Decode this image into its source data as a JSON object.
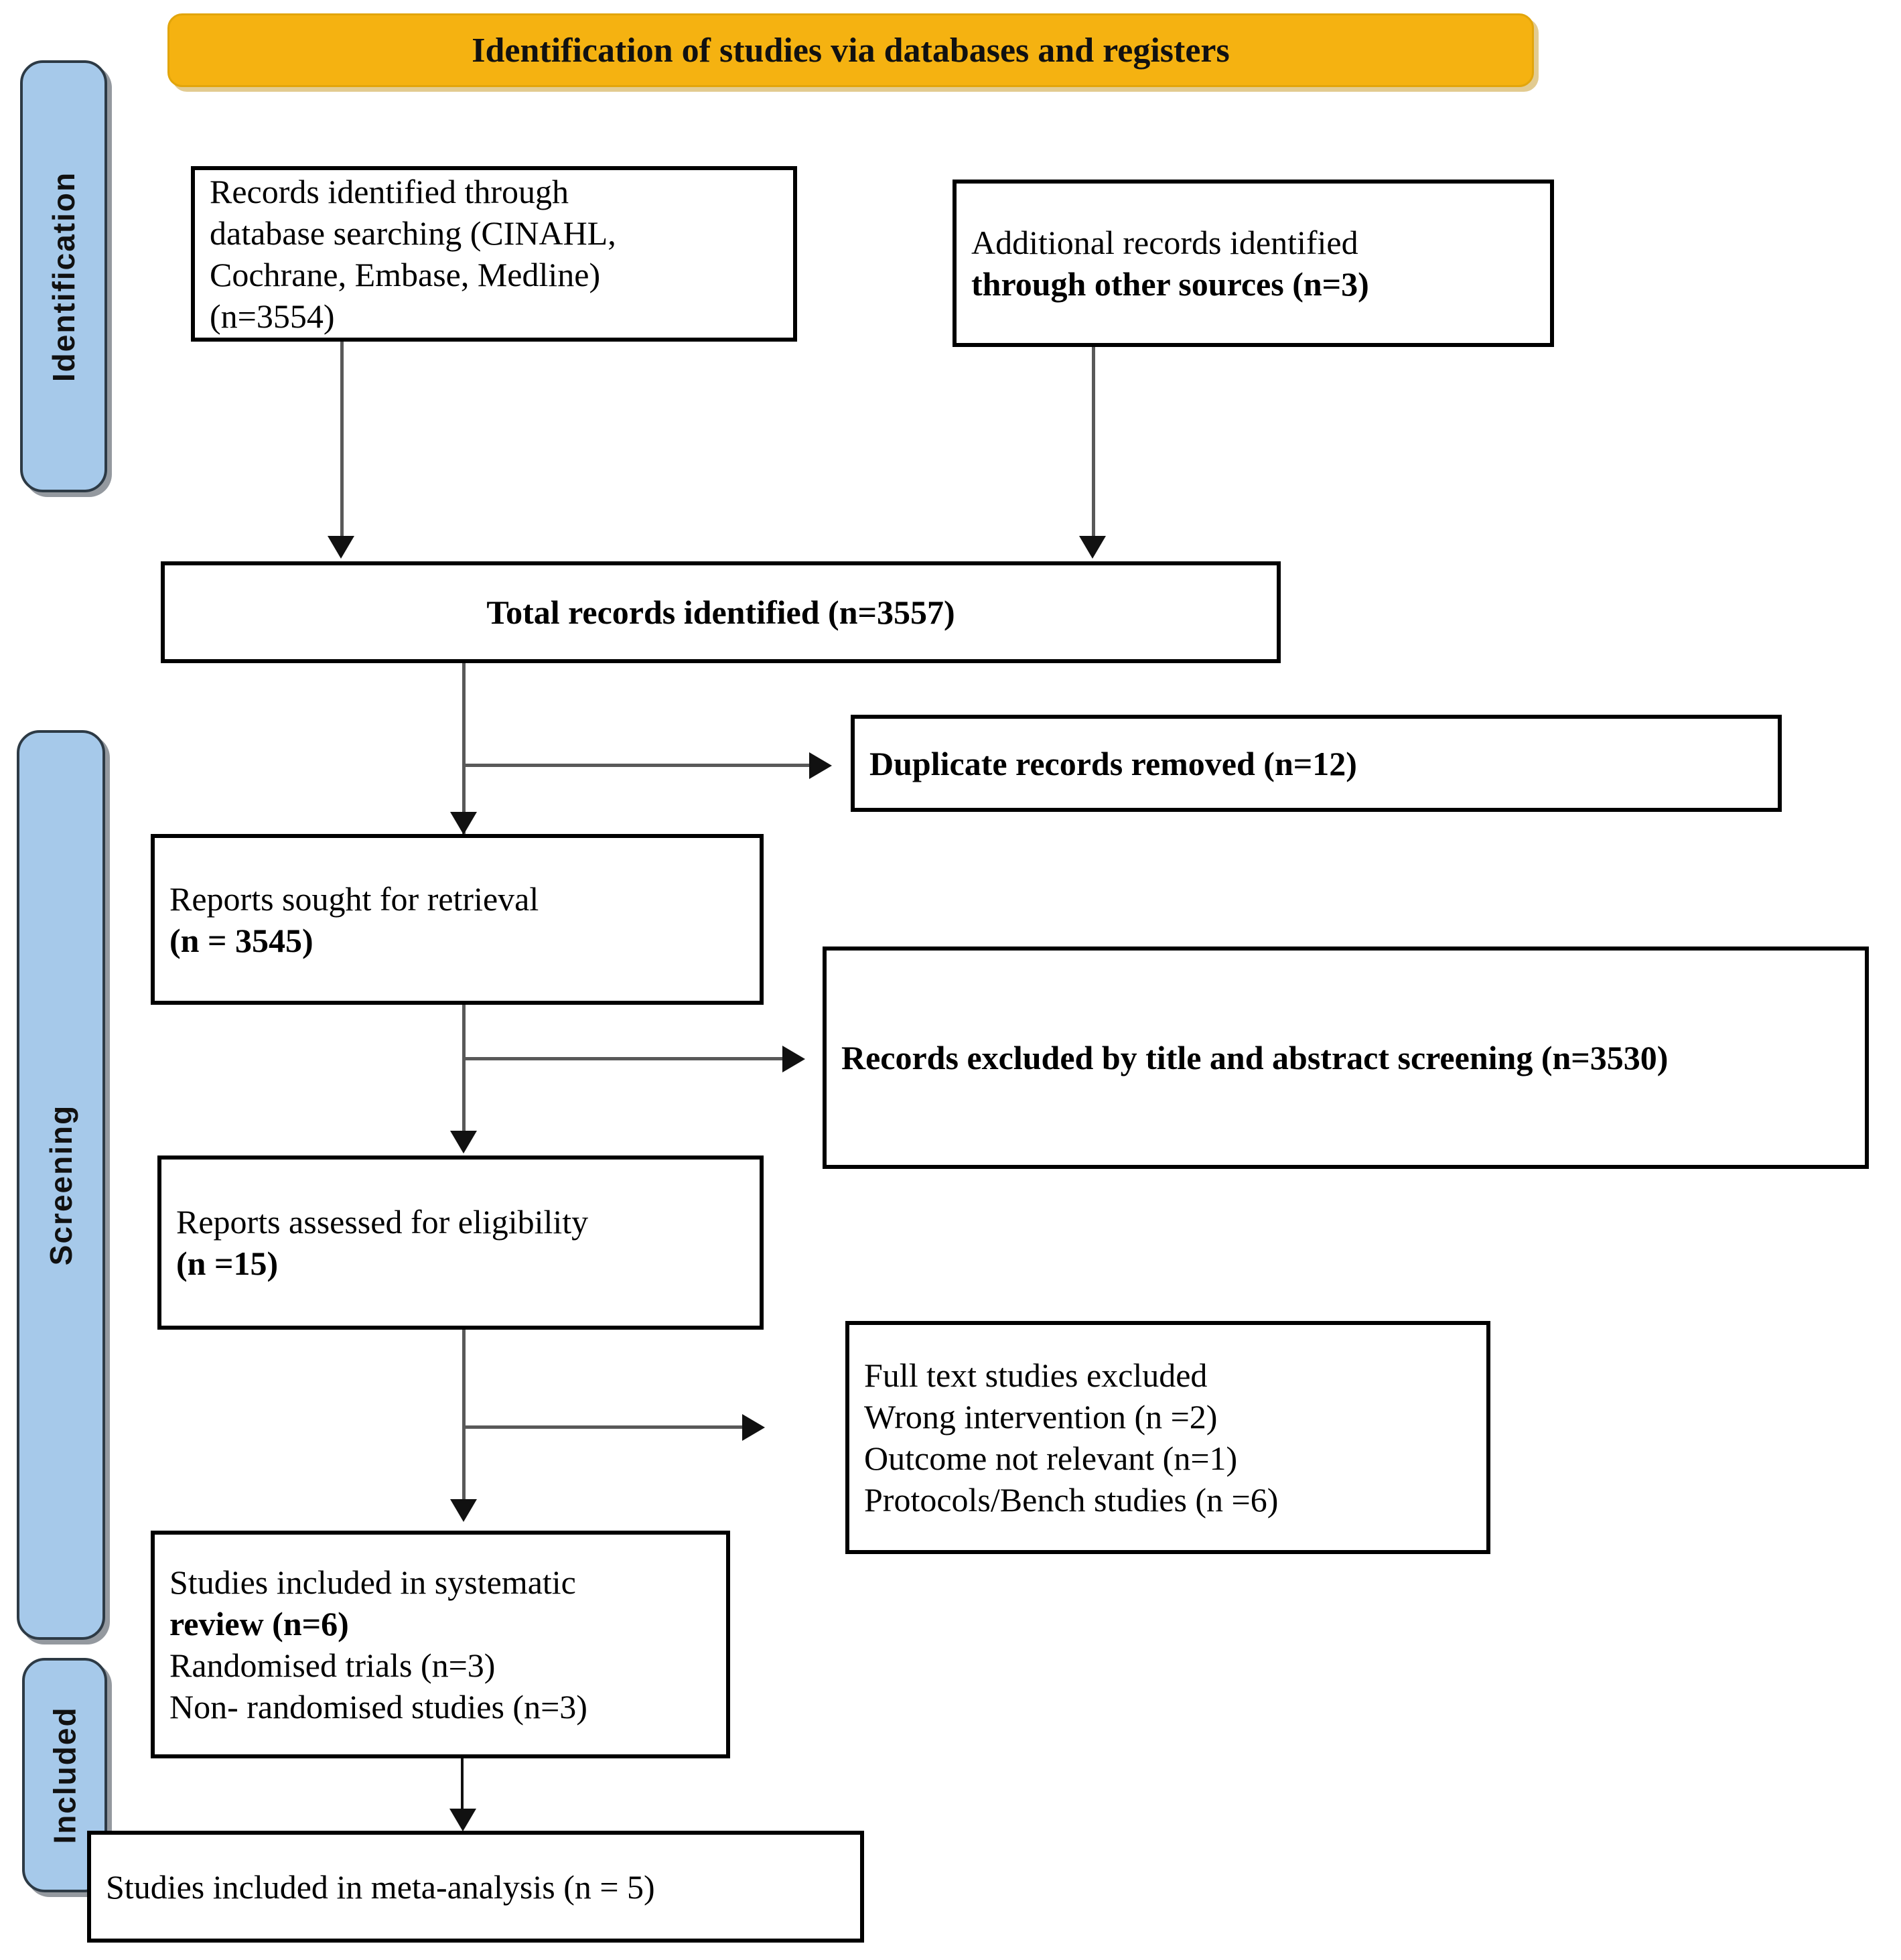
{
  "banner": {
    "title": "Identification of studies via databases and registers"
  },
  "stages": [
    {
      "id": "identification",
      "label": "Identification"
    },
    {
      "id": "screening",
      "label": "Screening"
    },
    {
      "id": "included",
      "label": "Included"
    }
  ],
  "nodes": {
    "records_database": {
      "lines": [
        {
          "text": "Records identified through",
          "bold": false
        },
        {
          "text": "database searching (CINAHL,",
          "bold": false
        },
        {
          "text": "Cochrane, Embase, Medline)",
          "bold": false
        },
        {
          "text": "(n=3554)",
          "bold": false
        }
      ]
    },
    "records_other": {
      "lines": [
        {
          "text": "Additional records identified",
          "bold": false
        },
        {
          "text": "through other sources (n=3)",
          "bold": true
        }
      ]
    },
    "total_records": {
      "lines": [
        {
          "text": "Total records identified (n=3557)",
          "bold": true
        }
      ]
    },
    "duplicates_removed": {
      "lines": [
        {
          "text": "Duplicate records removed (n=12)",
          "bold": true
        }
      ]
    },
    "reports_sought": {
      "lines": [
        {
          "text": "Reports sought for retrieval",
          "bold": false
        },
        {
          "text": "(n = 3545)",
          "bold": true
        }
      ]
    },
    "records_excluded": {
      "lines": [
        {
          "text": "Records excluded by title and abstract screening (n=3530)",
          "bold": true
        }
      ]
    },
    "reports_assessed": {
      "lines": [
        {
          "text": "Reports assessed for eligibility",
          "bold": false
        },
        {
          "text": "(n =15)",
          "bold": true
        }
      ]
    },
    "fulltext_excluded": {
      "lines": [
        {
          "text": "Full text studies excluded",
          "bold": false
        },
        {
          "text": "Wrong intervention (n =2)",
          "bold": false
        },
        {
          "text": "Outcome not relevant (n=1)",
          "bold": false
        },
        {
          "text": "Protocols/Bench studies (n =6)",
          "bold": false
        }
      ]
    },
    "included_systematic": {
      "lines": [
        {
          "text": "Studies included in systematic",
          "bold": false
        },
        {
          "text": "review (n=6)",
          "bold": true
        },
        {
          "text": "Randomised trials (n=3)",
          "bold": false
        },
        {
          "text": "Non- randomised studies (n=3)",
          "bold": false
        }
      ]
    },
    "included_meta": {
      "lines": [
        {
          "text": "Studies included in meta-analysis (n = 5)",
          "bold": false
        }
      ]
    }
  },
  "colors": {
    "stage_band_fill": "#a6c9ea",
    "stage_band_border": "#2d3a45",
    "banner_fill": "#f5b211",
    "node_border": "#000000",
    "connector": "#595959",
    "text": "#000000"
  }
}
